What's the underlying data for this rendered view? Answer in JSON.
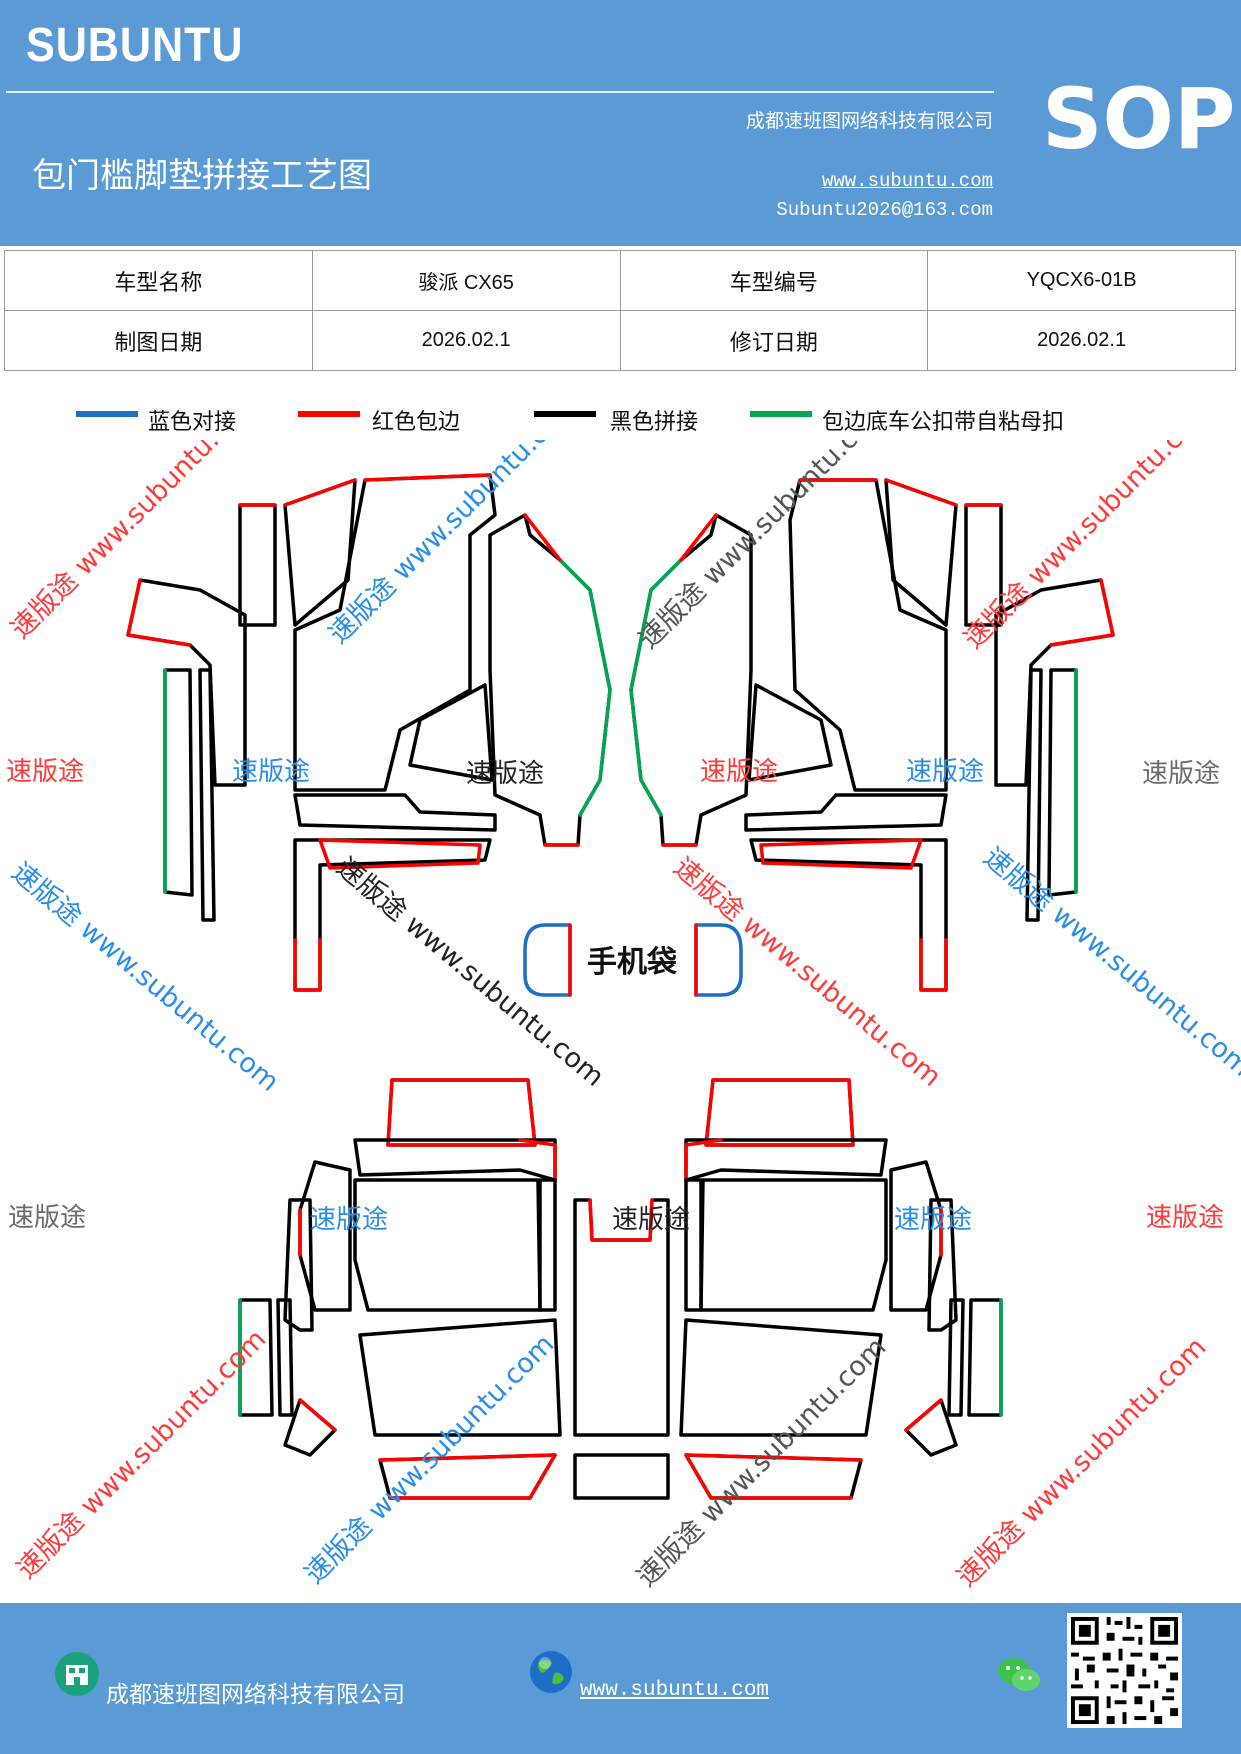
{
  "header": {
    "brand": "SUBUNTU",
    "company": "成都速班图网络科技有限公司",
    "title": "包门槛脚垫拼接工艺图",
    "website": "www.subuntu.com",
    "email": "Subuntu2026@163.com",
    "badge": "SOP"
  },
  "info_table": {
    "model_name_label": "车型名称",
    "model_name_value": "骏派 CX65",
    "model_code_label": "车型编号",
    "model_code_value": "YQCX6-01B",
    "draw_date_label": "制图日期",
    "draw_date_value": "2026.02.1",
    "revise_date_label": "修订日期",
    "revise_date_value": "2026.02.1"
  },
  "legend": [
    {
      "label": "蓝色对接",
      "color": "#1f6fc4"
    },
    {
      "label": "红色包边",
      "color": "#ff0000"
    },
    {
      "label": "黑色拼接",
      "color": "#000000"
    },
    {
      "label": "包边底车公扣带自粘母扣",
      "color": "#00a651"
    }
  ],
  "drawing": {
    "pocket_label": "手机袋",
    "watermark_short": "速版途",
    "watermark_long": "速版途 www.subuntu.com"
  },
  "footer": {
    "company": "成都速班图网络科技有限公司",
    "website": "www.subuntu.com "
  },
  "colors": {
    "header_bg": "#5b9bd5",
    "blue": "#1f6fc4",
    "red": "#ff0000",
    "green": "#00a651",
    "watermark_red": "#ff3b3b",
    "watermark_blue": "#2a8ee8",
    "watermark_gray": "#6b6b6b"
  }
}
